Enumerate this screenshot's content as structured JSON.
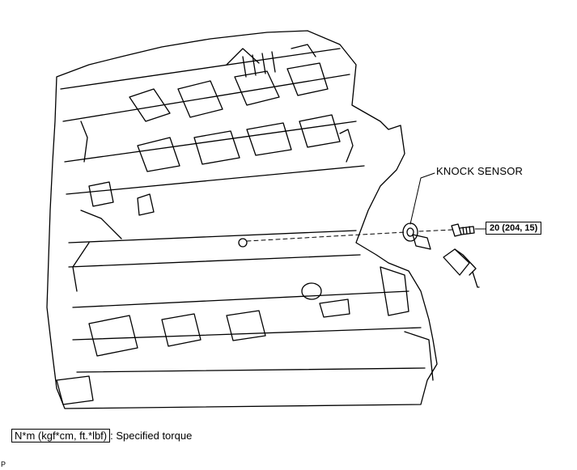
{
  "callouts": {
    "knock_sensor": "KNOCK SENSOR",
    "torque_value": "20 (204, 15)"
  },
  "legend": {
    "unit_box": "N*m (kgf*cm, ft.*lbf)",
    "description": ": Specified torque"
  },
  "figure_code": "P"
}
